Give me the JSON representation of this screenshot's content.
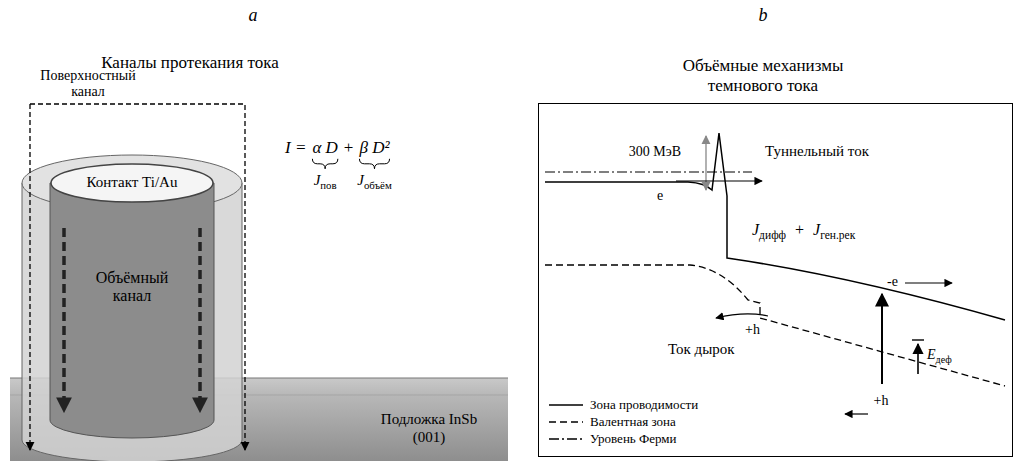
{
  "diagram": {
    "nodes": [
      {
        "text": [
          "Контакт Ti/Au"
        ]
      },
      {
        "text": [
          "Объёмный канал"
        ]
      },
      {
        "text": [
          "Подложка InSb (001)"
        ]
      }
    ],
    "labels": [
      "a",
      "b",
      "Каналы протекания тока",
      "Объёмные механизмы темнового тока",
      "Поверхностный канал",
      "I =",
      "α D",
      "+",
      "β D²",
      "J",
      "пов",
      "J",
      "объём",
      "300 МэВ",
      "Туннельный ток",
      "e",
      "J",
      "дифф",
      "+",
      "J",
      "ген.рек",
      "Ток дырок",
      "+h",
      "-e",
      "E",
      "деф",
      "+h"
    ],
    "legend": [
      {
        "text": "Зона проводимости"
      },
      {
        "text": "Валентная зона"
      },
      {
        "text": "Уровень Ферми"
      }
    ]
  }
}
